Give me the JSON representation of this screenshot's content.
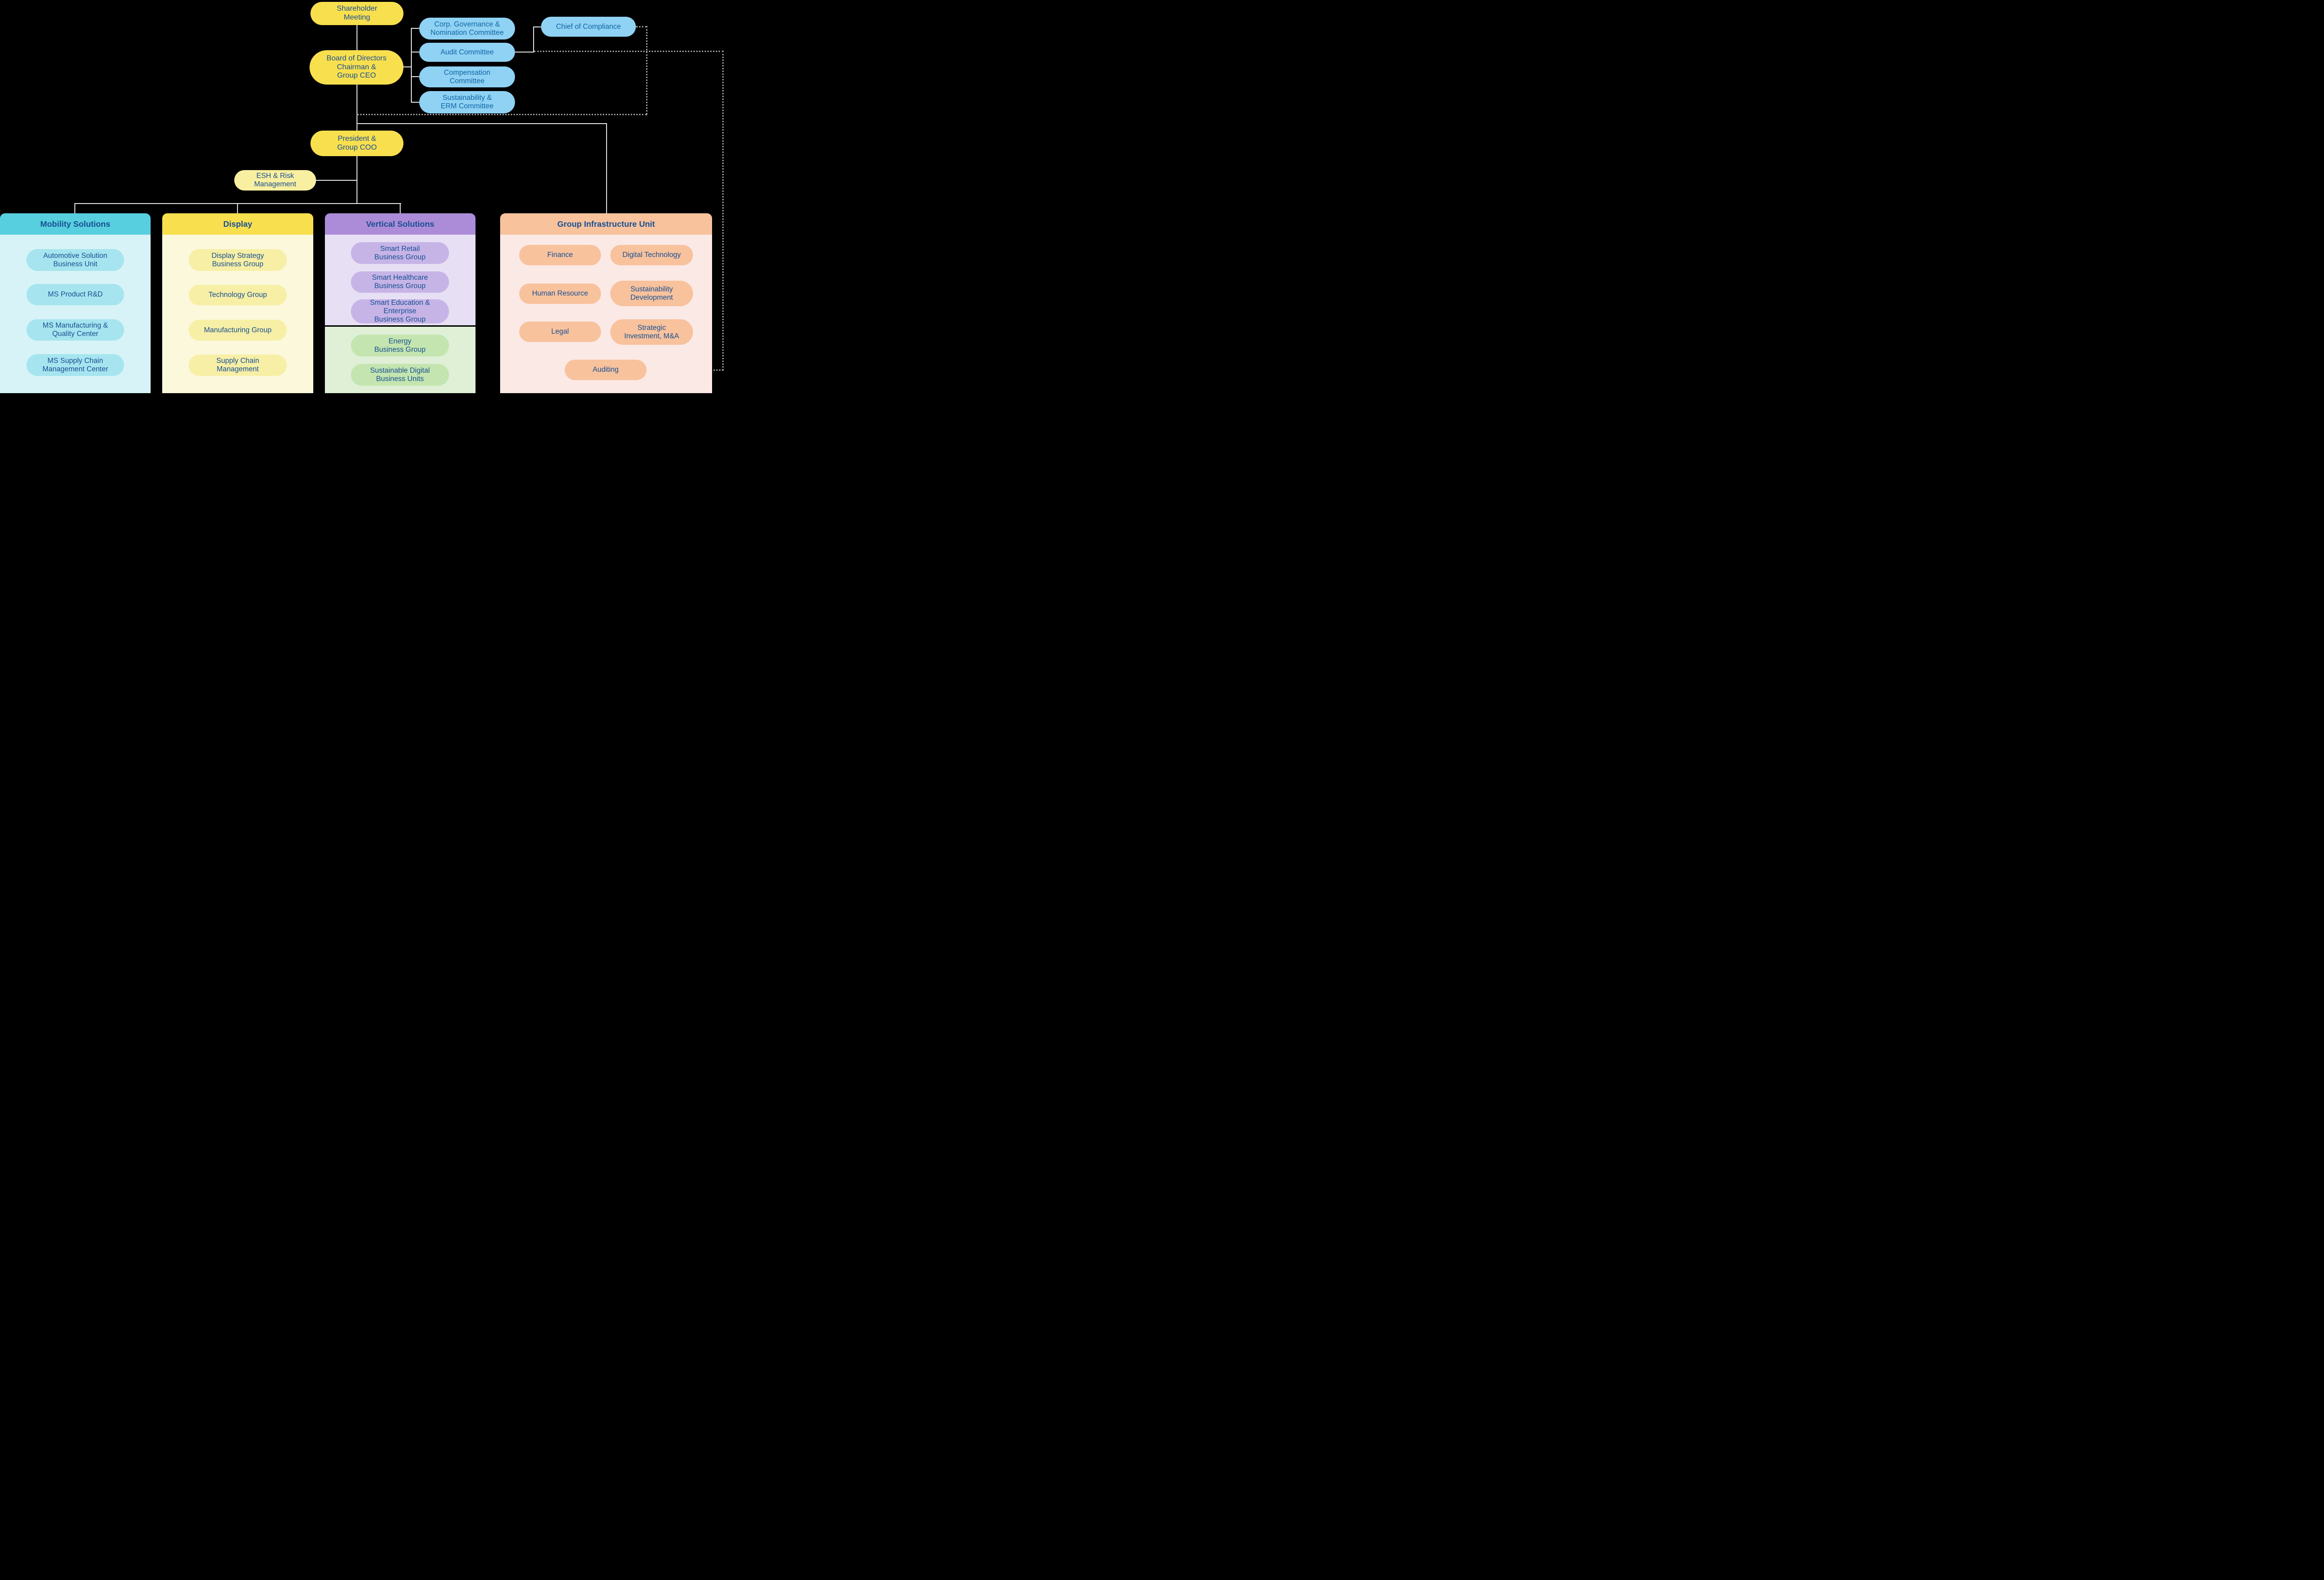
{
  "palette": {
    "background": "#000000",
    "yellow_node": "#F8DF4E",
    "pale_yellow_node": "#F9EFA0",
    "blue_node": "#8FD2F4",
    "teal_header": "#57CFDF",
    "teal_body": "#D8F3F7",
    "teal_pill": "#A6E5EF",
    "display_header": "#F8DF4E",
    "display_body": "#FCF8DC",
    "display_pill": "#F7EFA5",
    "purple_header": "#AC8CD8",
    "purple_body": "#E7E0F4",
    "purple_pill": "#C7B4E7",
    "green_body": "#DFF0D6",
    "green_pill": "#C4E5AF",
    "orange_header": "#F8C29D",
    "orange_body": "#FBE9E6",
    "orange_pill": "#F8C29D",
    "ink": "#174F92",
    "ink_blue": "#1166A6",
    "solid_line": "#E3E3E3",
    "dotted_line": "#9B9B9B"
  },
  "governance": {
    "shareholder_meeting": "Shareholder\nMeeting",
    "board": "Board of Directors\nChairman &\nGroup CEO",
    "president": "President &\nGroup COO",
    "esh_risk": "ESH & Risk\nManagement",
    "chief_of_compliance": "Chief of Compliance",
    "committees": [
      {
        "label": "Corp. Governance &\nNomination Committee"
      },
      {
        "label": "Audit Committee"
      },
      {
        "label": "Compensation\nCommittee"
      },
      {
        "label": "Sustainability &\nERM Committee"
      }
    ]
  },
  "divisions": [
    {
      "title": "Mobility Solutions",
      "units": [
        {
          "label": "Automotive Solution\nBusiness Unit"
        },
        {
          "label": "MS Product R&D"
        },
        {
          "label": "MS Manufacturing &\nQuality Center"
        },
        {
          "label": "MS Supply Chain\nManagement Center"
        }
      ]
    },
    {
      "title": "Display",
      "units": [
        {
          "label": "Display Strategy\nBusiness Group"
        },
        {
          "label": "Technology Group"
        },
        {
          "label": "Manufacturing Group"
        },
        {
          "label": "Supply Chain\nManagement"
        }
      ]
    },
    {
      "title": "Vertical Solutions",
      "units": [
        {
          "label": "Smart Retail\nBusiness Group"
        },
        {
          "label": "Smart Healthcare\nBusiness Group"
        },
        {
          "label": "Smart Education &\nEnterprise\nBusiness Group"
        }
      ],
      "green_units": [
        {
          "label": "Energy\nBusiness Group"
        },
        {
          "label": "Sustainable Digital\nBusiness Units"
        }
      ]
    },
    {
      "title": "Group Infrastructure Unit",
      "units": [
        {
          "label": "Finance"
        },
        {
          "label": "Digital Technology"
        },
        {
          "label": "Human Resource"
        },
        {
          "label": "Sustainability\nDevelopment"
        },
        {
          "label": "Legal"
        },
        {
          "label": "Strategic\nInvestment, M&A"
        },
        {
          "label": "Auditing"
        }
      ]
    }
  ]
}
